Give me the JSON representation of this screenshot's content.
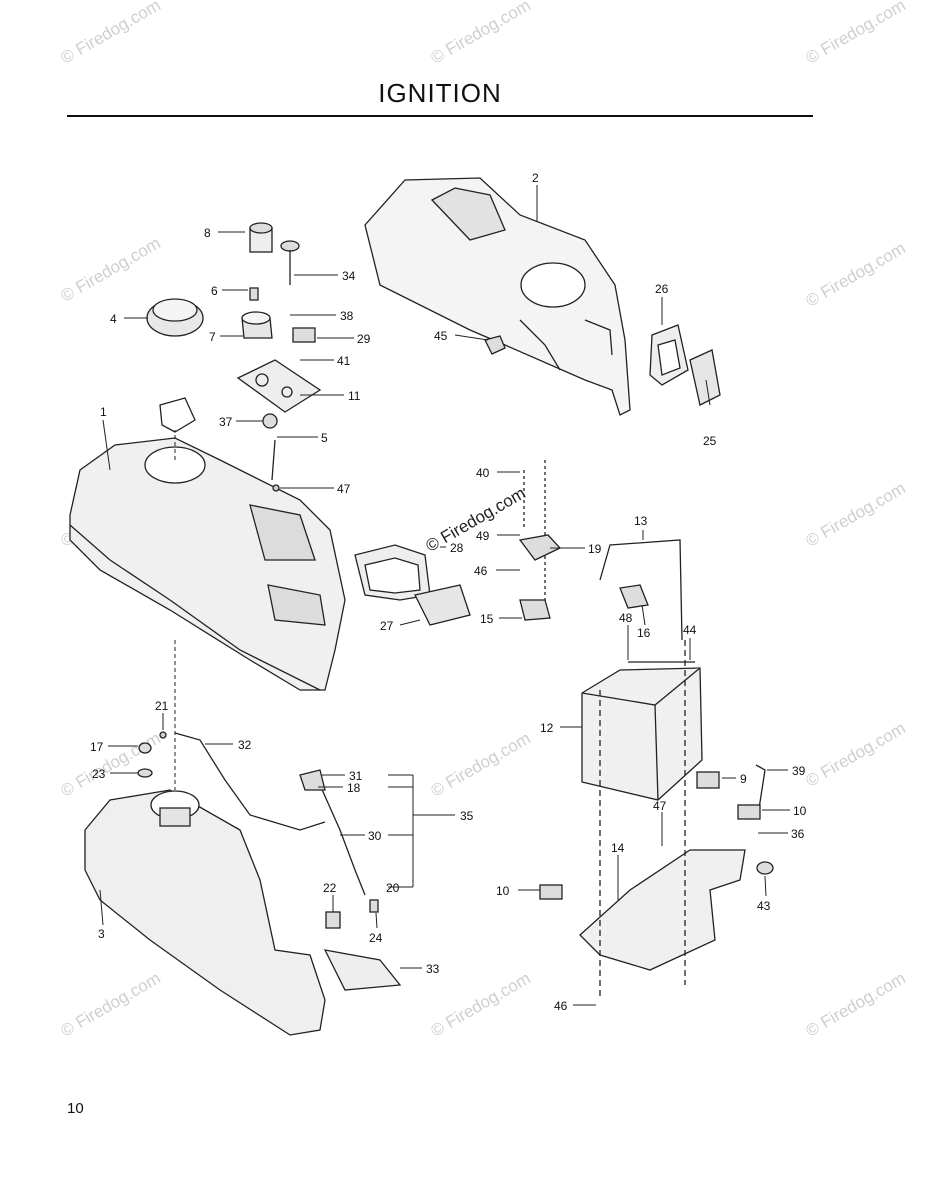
{
  "page": {
    "title": "IGNITION",
    "page_number": "10",
    "watermark": "© Firedog.com"
  },
  "callouts": {
    "c1": "1",
    "c2": "2",
    "c3": "3",
    "c4": "4",
    "c5": "5",
    "c6": "6",
    "c7": "7",
    "c8": "8",
    "c9": "9",
    "c10a": "10",
    "c10b": "10",
    "c11": "11",
    "c12": "12",
    "c13": "13",
    "c14": "14",
    "c15": "15",
    "c16": "16",
    "c17": "17",
    "c18": "18",
    "c19": "19",
    "c20": "20",
    "c21": "21",
    "c22": "22",
    "c23": "23",
    "c24": "24",
    "c25": "25",
    "c26": "26",
    "c27": "27",
    "c28": "28",
    "c29": "29",
    "c30": "30",
    "c31": "31",
    "c32": "32",
    "c33": "33",
    "c34": "34",
    "c35": "35",
    "c36": "36",
    "c37": "37",
    "c38": "38",
    "c39": "39",
    "c40": "40",
    "c41": "41",
    "c43": "43",
    "c44": "44",
    "c45": "45",
    "c46a": "46",
    "c46b": "46",
    "c47a": "47",
    "c47b": "47",
    "c48": "48",
    "c49": "49"
  }
}
